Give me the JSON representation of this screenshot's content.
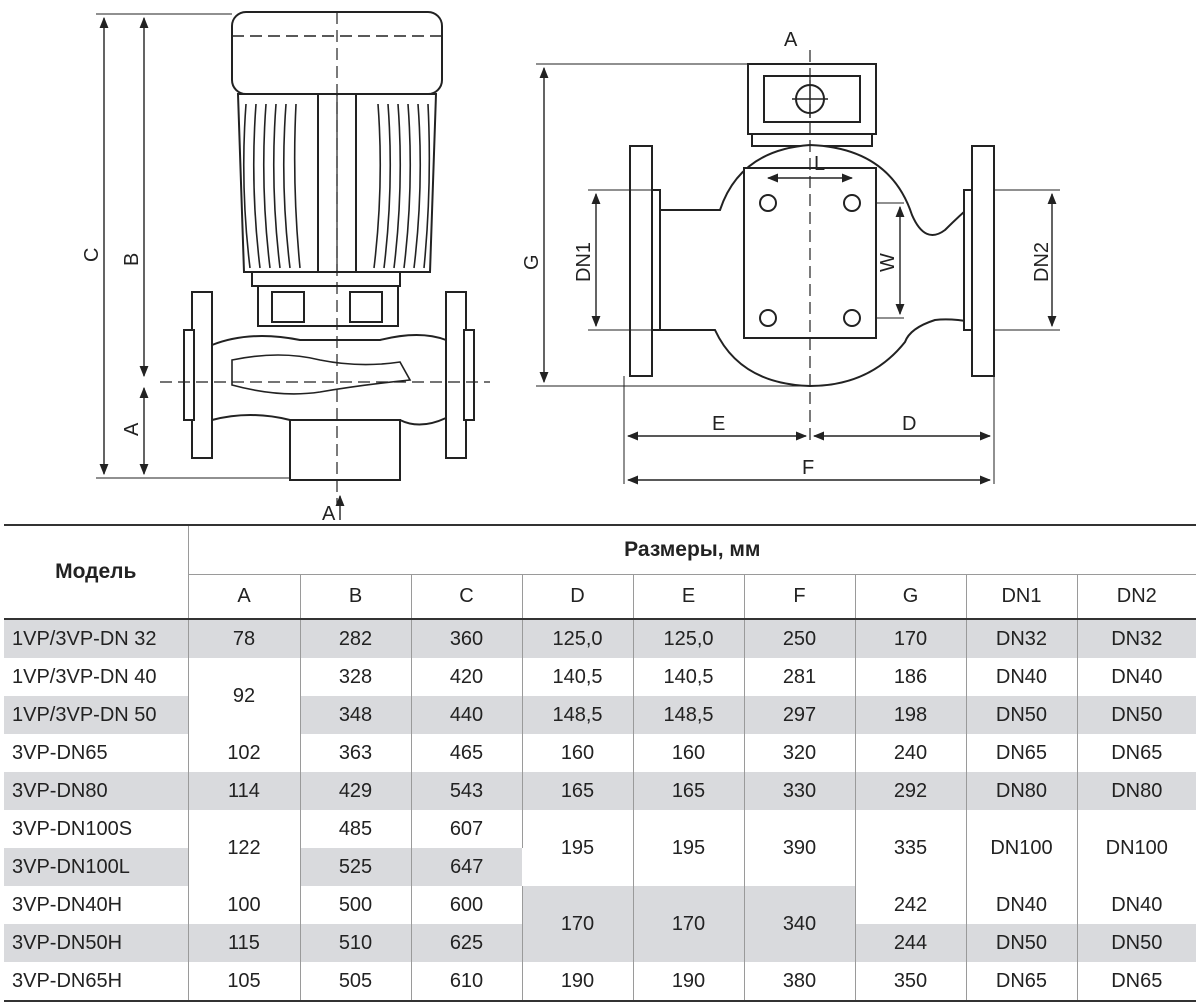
{
  "drawing": {
    "side_view_labels": {
      "c": "C",
      "b": "B",
      "a": "A",
      "section": "A"
    },
    "top_view_labels": {
      "a": "A",
      "g": "G",
      "dn1": "DN1",
      "dn2": "DN2",
      "l": "L",
      "w": "W",
      "e": "E",
      "d": "D",
      "f": "F"
    }
  },
  "table": {
    "model_header": "Модель",
    "sizes_header": "Размеры, мм",
    "columns": [
      "A",
      "B",
      "C",
      "D",
      "E",
      "F",
      "G",
      "DN1",
      "DN2"
    ],
    "rows": [
      {
        "model": "1VP/3VP-DN 32",
        "A": "78",
        "B": "282",
        "C": "360",
        "D": "125,0",
        "E": "125,0",
        "F": "250",
        "G": "170",
        "DN1": "DN32",
        "DN2": "DN32"
      },
      {
        "model": "1VP/3VP-DN 40",
        "A": "92",
        "B": "328",
        "C": "420",
        "D": "140,5",
        "E": "140,5",
        "F": "281",
        "G": "186",
        "DN1": "DN40",
        "DN2": "DN40"
      },
      {
        "model": "1VP/3VP-DN 50",
        "A": "",
        "B": "348",
        "C": "440",
        "D": "148,5",
        "E": "148,5",
        "F": "297",
        "G": "198",
        "DN1": "DN50",
        "DN2": "DN50"
      },
      {
        "model": "3VP-DN65",
        "A": "102",
        "B": "363",
        "C": "465",
        "D": "160",
        "E": "160",
        "F": "320",
        "G": "240",
        "DN1": "DN65",
        "DN2": "DN65"
      },
      {
        "model": "3VP-DN80",
        "A": "114",
        "B": "429",
        "C": "543",
        "D": "165",
        "E": "165",
        "F": "330",
        "G": "292",
        "DN1": "DN80",
        "DN2": "DN80"
      },
      {
        "model": "3VP-DN100S",
        "A": "122",
        "B": "485",
        "C": "607",
        "D": "195",
        "E": "195",
        "F": "390",
        "G": "335",
        "DN1": "DN100",
        "DN2": "DN100"
      },
      {
        "model": "3VP-DN100L",
        "A": "",
        "B": "525",
        "C": "647",
        "D": "",
        "E": "",
        "F": "",
        "G": "",
        "DN1": "",
        "DN2": ""
      },
      {
        "model": "3VP-DN40H",
        "A": "100",
        "B": "500",
        "C": "600",
        "D": "170",
        "E": "170",
        "F": "340",
        "G": "242",
        "DN1": "DN40",
        "DN2": "DN40"
      },
      {
        "model": "3VP-DN50H",
        "A": "115",
        "B": "510",
        "C": "625",
        "D": "",
        "E": "",
        "F": "",
        "G": "244",
        "DN1": "DN50",
        "DN2": "DN50"
      },
      {
        "model": "3VP-DN65H",
        "A": "105",
        "B": "505",
        "C": "610",
        "D": "190",
        "E": "190",
        "F": "380",
        "G": "350",
        "DN1": "DN65",
        "DN2": "DN65"
      }
    ],
    "row_shade_color": "#d9dadd"
  }
}
